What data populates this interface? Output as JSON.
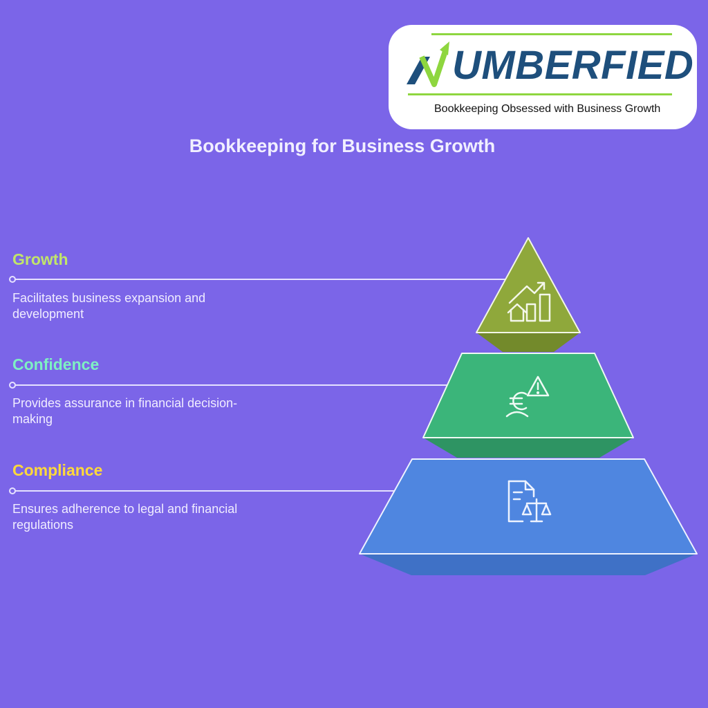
{
  "logo": {
    "wordmark": "UMBERFIED",
    "tagline": "Bookkeeping Obsessed with Business Growth"
  },
  "title": "Bookkeeping for Business Growth",
  "levels": [
    {
      "label": "Growth",
      "description": "Facilitates business expansion and development",
      "label_color": "#c1e56a",
      "fill_color": "#8fa83b",
      "icon": "growth-chart-house-icon"
    },
    {
      "label": "Confidence",
      "description": "Provides assurance in financial decision-making",
      "label_color": "#7ef0c3",
      "fill_color": "#3bb57a",
      "icon": "euro-alert-icon"
    },
    {
      "label": "Compliance",
      "description": "Ensures adherence to legal and financial regulations",
      "label_color": "#ffd93a",
      "fill_color": "#4f86e0",
      "icon": "document-scales-icon"
    }
  ],
  "colors": {
    "background": "#7b65e8",
    "brand_navy": "#1e4f7c",
    "brand_green": "#8ed63f"
  }
}
